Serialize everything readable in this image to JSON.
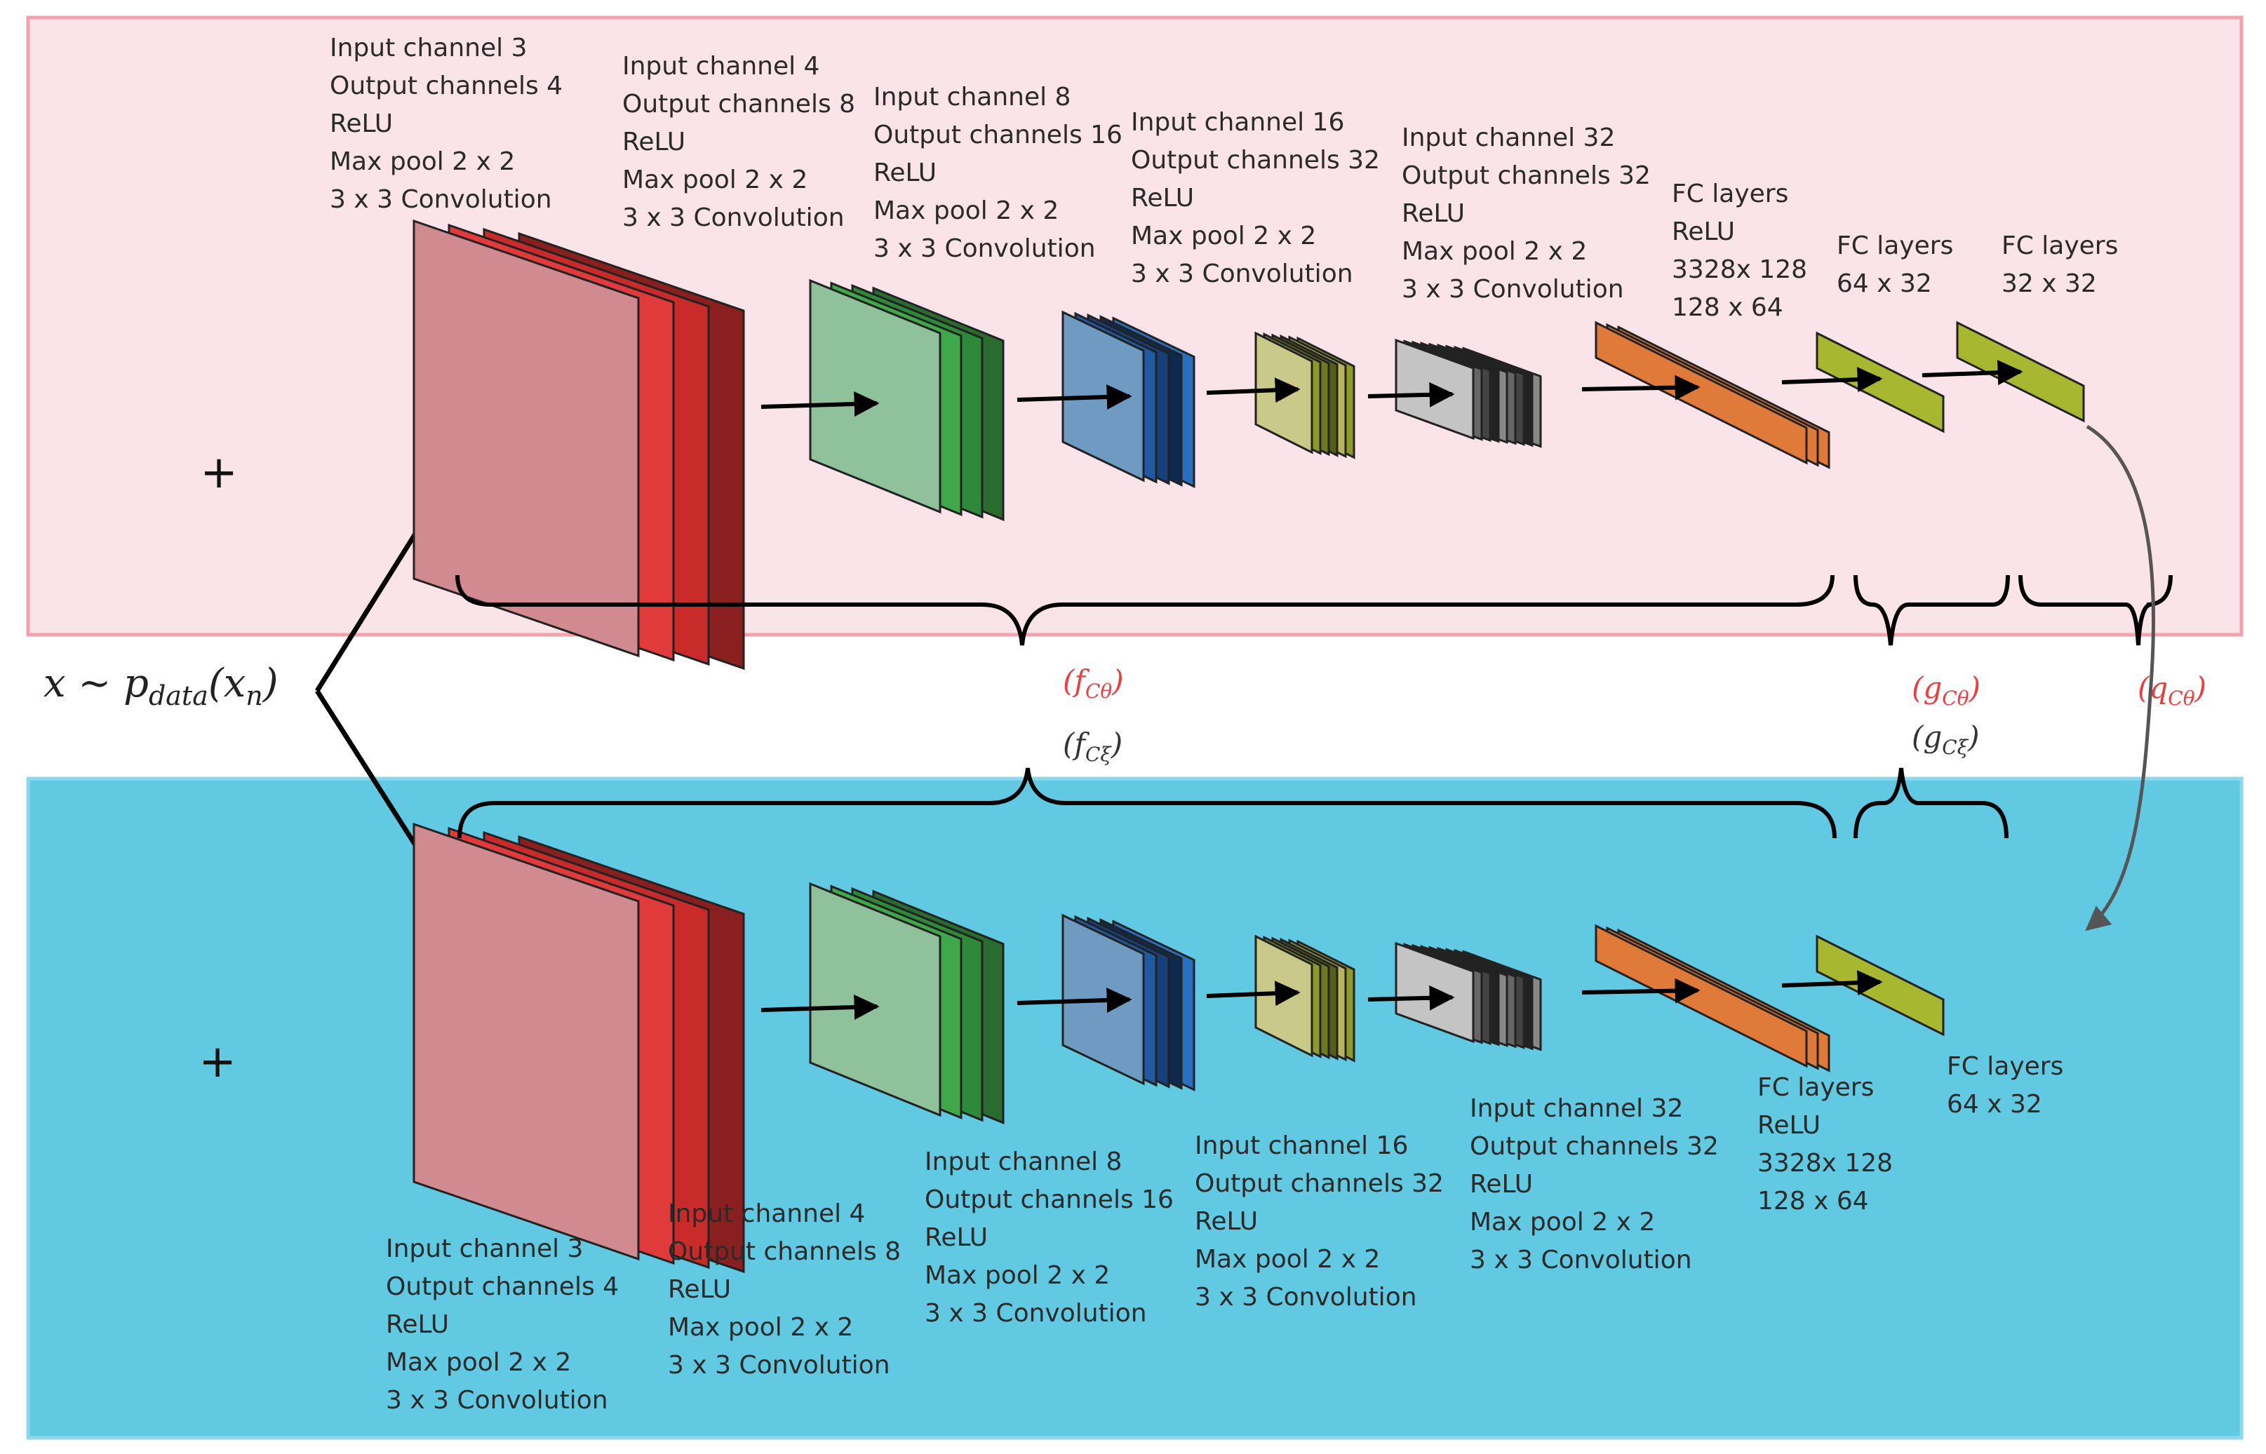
{
  "input_label": "x ~ p_data(x_n)",
  "plus_sign": "+",
  "colors": {
    "top_panel": "#fbe3ea",
    "top_border": "#f4a0ae",
    "bottom_panel": "#62c9e2",
    "bottom_border": "#8fd7ea",
    "theta_text": "#e84040",
    "xi_text": "#333333",
    "red": "#e03a3a",
    "pink_front": "#d08a90",
    "green": "#3fa84a",
    "green_front": "#8fc29a",
    "blue": "#2a6fbf",
    "blue_front": "#6f9bc3",
    "olive": "#8f9a2c",
    "olive_front": "#c9c98a",
    "gray": "#666666",
    "gray_front": "#c4c4c4",
    "orange": "#e07a3a",
    "fc_green": "#a7b830"
  },
  "top_branch": {
    "blocks": [
      {
        "name": "conv-block-1",
        "icon": "red-feature-maps",
        "lines": [
          "Input channel 3",
          "Output channels 4",
          "ReLU",
          "Max pool 2 x 2",
          "3 x 3 Convolution"
        ]
      },
      {
        "name": "conv-block-2",
        "icon": "green-feature-maps",
        "lines": [
          "Input channel 4",
          "Output channels 8",
          "ReLU",
          "Max pool 2 x 2",
          "3 x 3 Convolution"
        ]
      },
      {
        "name": "conv-block-3",
        "icon": "blue-feature-maps",
        "lines": [
          "Input channel 8",
          "Output channels 16",
          "ReLU",
          "Max pool 2 x 2",
          "3 x 3 Convolution"
        ]
      },
      {
        "name": "conv-block-4",
        "icon": "olive-feature-maps",
        "lines": [
          "Input channel 16",
          "Output channels 32",
          "ReLU",
          "Max pool 2 x 2",
          "3 x 3 Convolution"
        ]
      },
      {
        "name": "conv-block-5",
        "icon": "gray-feature-maps",
        "lines": [
          "Input channel 32",
          "Output channels 32",
          "ReLU",
          "Max pool 2 x 2",
          "3 x 3 Convolution"
        ]
      },
      {
        "name": "fc-block-1",
        "icon": "orange-fc-layer",
        "lines": [
          "FC layers",
          "ReLU",
          "3328x 128",
          "128 x 64"
        ]
      },
      {
        "name": "fc-block-2",
        "icon": "green-fc-layer",
        "lines": [
          "FC layers",
          "64 x 32"
        ]
      },
      {
        "name": "fc-block-3",
        "icon": "green-fc-layer",
        "lines": [
          "FC layers",
          "32 x 32"
        ]
      }
    ],
    "f_label": {
      "base": "f",
      "sub": "Cθ"
    },
    "g_label": {
      "base": "g",
      "sub": "Cθ"
    },
    "q_label": {
      "base": "q",
      "sub": "Cθ"
    }
  },
  "bottom_branch": {
    "blocks": [
      {
        "name": "conv-block-1",
        "icon": "red-feature-maps",
        "lines": [
          "Input channel 3",
          "Output channels 4",
          "ReLU",
          "Max pool 2 x 2",
          "3 x 3 Convolution"
        ]
      },
      {
        "name": "conv-block-2",
        "icon": "green-feature-maps",
        "lines": [
          "Input channel 4",
          "Output channels 8",
          "ReLU",
          "Max pool 2 x 2",
          "3 x 3 Convolution"
        ]
      },
      {
        "name": "conv-block-3",
        "icon": "blue-feature-maps",
        "lines": [
          "Input channel 8",
          "Output channels 16",
          "ReLU",
          "Max pool 2 x 2",
          "3 x 3 Convolution"
        ]
      },
      {
        "name": "conv-block-4",
        "icon": "olive-feature-maps",
        "lines": [
          "Input channel 16",
          "Output channels 32",
          "ReLU",
          "Max pool 2 x 2",
          "3 x 3 Convolution"
        ]
      },
      {
        "name": "conv-block-5",
        "icon": "gray-feature-maps",
        "lines": [
          "Input channel 32",
          "Output channels 32",
          "ReLU",
          "Max pool 2 x 2",
          "3 x 3 Convolution"
        ]
      },
      {
        "name": "fc-block-1",
        "icon": "orange-fc-layer",
        "lines": [
          "FC layers",
          "ReLU",
          "3328x 128",
          "128 x 64"
        ]
      },
      {
        "name": "fc-block-2",
        "icon": "green-fc-layer",
        "lines": [
          "FC layers",
          "64 x 32"
        ]
      }
    ],
    "f_label": {
      "base": "f",
      "sub": "Cξ"
    },
    "g_label": {
      "base": "g",
      "sub": "Cξ"
    }
  }
}
